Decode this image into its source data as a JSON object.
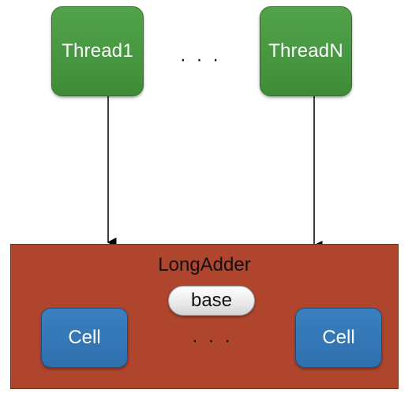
{
  "threads": {
    "first_label": "Thread1",
    "ellipsis": "· · ·",
    "last_label": "ThreadN"
  },
  "long_adder": {
    "title": "LongAdder",
    "base_label": "base",
    "cells": {
      "left_label": "Cell",
      "ellipsis": "· · ·",
      "right_label": "Cell"
    }
  },
  "colors": {
    "thread_fill": "#4a9a43",
    "container_fill": "#b0452e",
    "cell_fill": "#3577b7",
    "base_fill": "#e9e9e9",
    "arrow": "#000000"
  }
}
